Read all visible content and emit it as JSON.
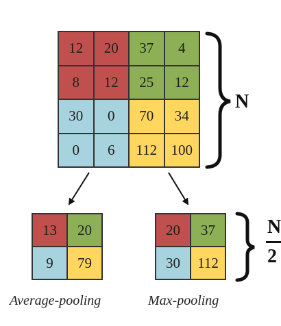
{
  "input_matrix": {
    "rows": [
      [
        {
          "v": "12",
          "c": "red"
        },
        {
          "v": "20",
          "c": "red"
        },
        {
          "v": "37",
          "c": "green"
        },
        {
          "v": "4",
          "c": "green"
        }
      ],
      [
        {
          "v": "8",
          "c": "red"
        },
        {
          "v": "12",
          "c": "red"
        },
        {
          "v": "25",
          "c": "green"
        },
        {
          "v": "12",
          "c": "green"
        }
      ],
      [
        {
          "v": "30",
          "c": "blue"
        },
        {
          "v": "0",
          "c": "blue"
        },
        {
          "v": "70",
          "c": "yellow"
        },
        {
          "v": "34",
          "c": "yellow"
        }
      ],
      [
        {
          "v": "0",
          "c": "blue"
        },
        {
          "v": "6",
          "c": "blue"
        },
        {
          "v": "112",
          "c": "yellow"
        },
        {
          "v": "100",
          "c": "yellow"
        }
      ]
    ]
  },
  "average_pooling": {
    "caption": "Average-pooling",
    "rows": [
      [
        {
          "v": "13",
          "c": "red"
        },
        {
          "v": "20",
          "c": "green"
        }
      ],
      [
        {
          "v": "9",
          "c": "blue"
        },
        {
          "v": "79",
          "c": "yellow"
        }
      ]
    ]
  },
  "max_pooling": {
    "caption": "Max-pooling",
    "rows": [
      [
        {
          "v": "20",
          "c": "red"
        },
        {
          "v": "37",
          "c": "green"
        }
      ],
      [
        {
          "v": "30",
          "c": "blue"
        },
        {
          "v": "112",
          "c": "yellow"
        }
      ]
    ]
  },
  "size_label": "N",
  "half_size_label": {
    "numerator": "N",
    "denominator": "2"
  },
  "colors": {
    "red": "#c0504d",
    "green": "#8db056",
    "blue": "#a7d3df",
    "yellow": "#ffd75e"
  }
}
